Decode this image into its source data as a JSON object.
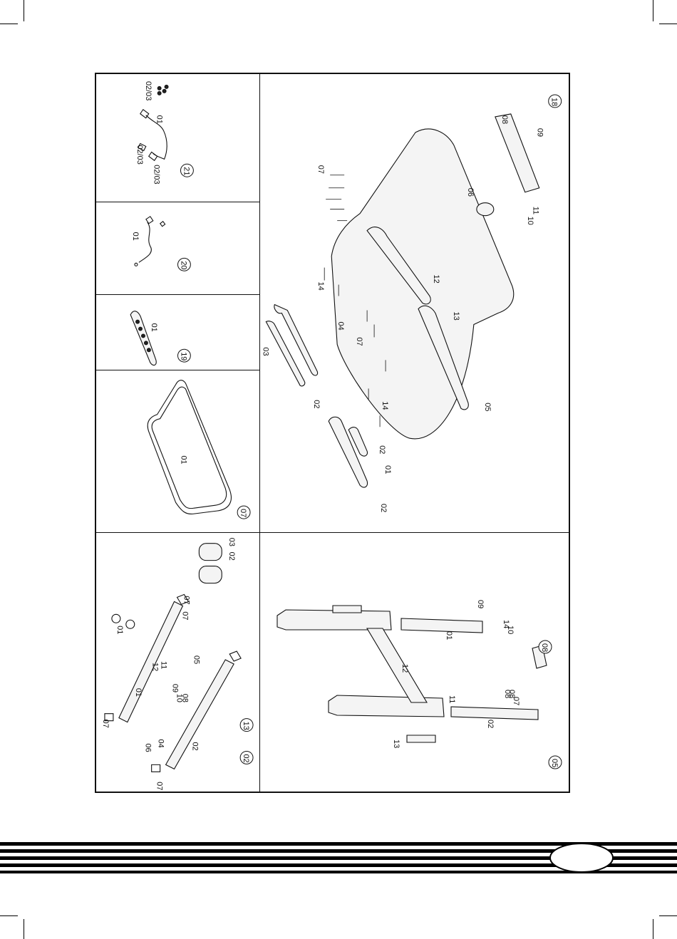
{
  "crop_marks": true,
  "panels": {
    "p21": {
      "number": "21",
      "labels": [
        "02/03",
        "01",
        "02/03",
        "02/03"
      ]
    },
    "p20": {
      "number": "20",
      "labels": [
        "01"
      ]
    },
    "p19": {
      "number": "19",
      "labels": [
        "01"
      ]
    },
    "p07": {
      "number": "07",
      "labels": [
        "01"
      ]
    },
    "p02": {
      "number": "02",
      "labels": [
        "07",
        "03",
        "02",
        "05",
        "09",
        "10",
        "08",
        "04",
        "06",
        "07",
        "02"
      ]
    },
    "p13": {
      "number": "13",
      "labels": [
        "01",
        "12",
        "11",
        "01",
        "07",
        "07"
      ]
    },
    "p18": {
      "number": "18",
      "labels": [
        "08",
        "09",
        "06",
        "11",
        "10",
        "07",
        "12",
        "14",
        "13",
        "04",
        "03",
        "07",
        "05",
        "14",
        "02",
        "02",
        "01",
        "02"
      ]
    },
    "p05": {
      "number": "05",
      "labels": [
        "09",
        "14",
        "10",
        "01",
        "12",
        "08",
        "11",
        "08",
        "07",
        "02",
        "13"
      ]
    },
    "p08": {
      "number": "08"
    }
  },
  "footer": {
    "page_number": "",
    "stripe_color": "#000000"
  }
}
